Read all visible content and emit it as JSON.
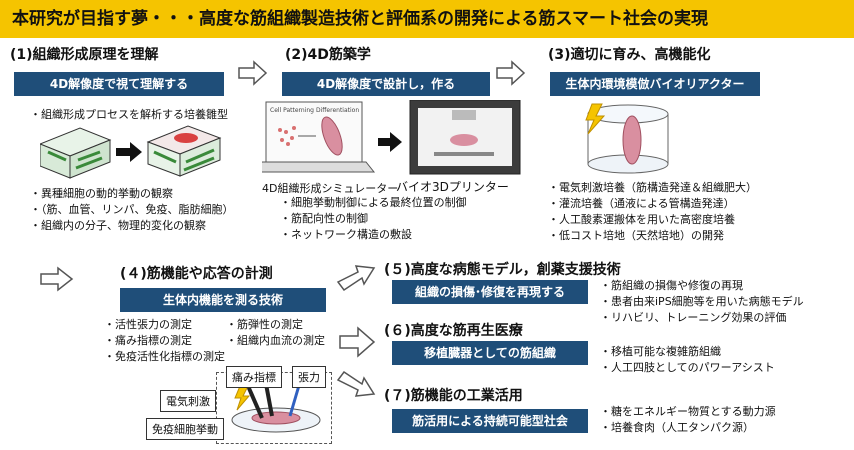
{
  "banner": {
    "title": "本研究が目指す夢・・・高度な筋組織製造技術と評価系の開発による筋スマート社会の実現"
  },
  "s1": {
    "heading": "(1)組織形成原理を理解",
    "bar": "4D解像度で視て理解する",
    "caption": "組織形成プロセスを解析する培養雛型",
    "bullets": [
      "異種細胞の動的挙動の観察",
      "（筋、血管、リンパ、免疫、脂肪細胞）",
      "組織内の分子、物理的変化の観察"
    ]
  },
  "s2": {
    "heading": "(2)4D筋築学",
    "bar": "4D解像度で設計し，作る",
    "screen_labels": [
      "Cell Patterning",
      "Differentiation"
    ],
    "sim_label": "4D組織形成シミュレーター",
    "printer_label": "バイオ3Dプリンター",
    "bullets": [
      "細胞挙動制御による最終位置の制御",
      "筋配向性の制御",
      "ネットワーク構造の敷設"
    ]
  },
  "s3": {
    "heading": "(3)適切に育み、高機能化",
    "bar": "生体内環境模倣バイオリアクター",
    "bullets": [
      "電気刺激培養（筋構造発達＆組織肥大）",
      "灌流培養（通液による管構造発達）",
      "人工酸素運搬体を用いた高密度培養",
      "低コスト培地（天然培地）の開発"
    ]
  },
  "s4": {
    "heading": "(４)筋機能や応答の計測",
    "bar": "生体内機能を測る技術",
    "bullets_left": [
      "活性張力の測定",
      "痛み指標の測定",
      "免疫活性化指標の測定"
    ],
    "bullets_right": [
      "筋弾性の測定",
      "組織内血流の測定"
    ],
    "tags": {
      "pain": "痛み指標",
      "tension": "張力",
      "stim": "電気刺激",
      "immune": "免疫細胞挙動"
    }
  },
  "s5": {
    "heading": "(５)高度な病態モデル，創薬支援技術",
    "bar": "組織の損傷･修復を再現する",
    "bullets": [
      "筋組織の損傷や修復の再現",
      "患者由来iPS細胞等を用いた病態モデル",
      "リハビリ、トレーニング効果の評価"
    ]
  },
  "s6": {
    "heading": "(６)高度な筋再生医療",
    "bar": "移植臓器としての筋組織",
    "bullets": [
      "移植可能な複雑筋組織",
      "人工四肢としてのパワーアシスト"
    ]
  },
  "s7": {
    "heading": "(７)筋機能の工業活用",
    "bar": "筋活用による持続可能型社会",
    "bullets": [
      "糖をエネルギー物質とする動力源",
      "培養食肉（人工タンパク源）"
    ]
  },
  "colors": {
    "banner": "#f5c400",
    "bar": "#1f4e79",
    "muscle": "#d98fa0",
    "cells": "#3a8a3a"
  }
}
